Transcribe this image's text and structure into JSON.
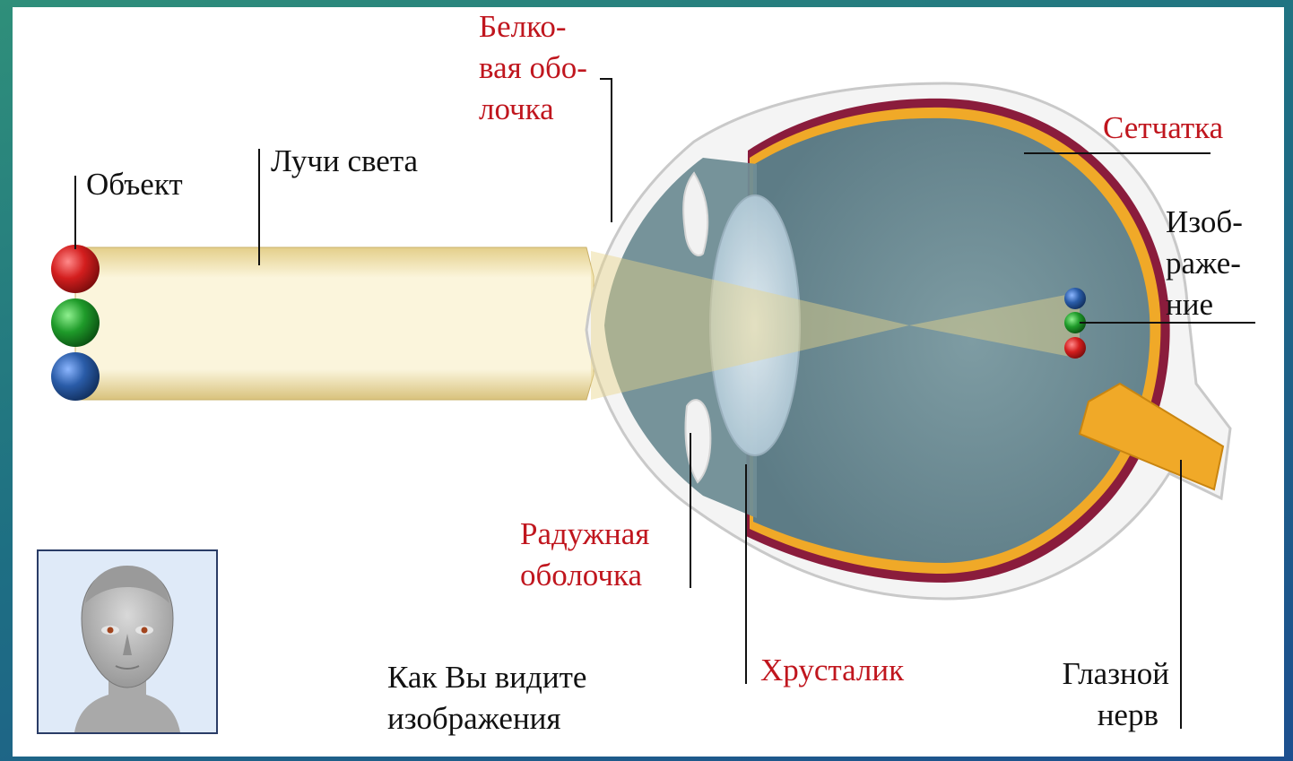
{
  "labels": {
    "object": "Объект",
    "light_rays": "Лучи света",
    "sclera": [
      "Белко-",
      "вая обо-",
      "лочка"
    ],
    "retina": "Сетчатка",
    "image": [
      "Изоб-",
      "раже-",
      "ние"
    ],
    "iris": [
      "Радужная",
      "оболочка"
    ],
    "lens": "Хрусталик",
    "optic_nerve": [
      "Глазной",
      "нерв"
    ],
    "how_you_see": [
      "Как Вы видите",
      "изображения"
    ]
  },
  "colors": {
    "label_red": "#c0161e",
    "label_dark": "#111111",
    "object_top": "#d31e1e",
    "object_middle": "#1f9b2a",
    "object_bottom": "#2a5ca8",
    "retina_layer": "#f0a928",
    "choroid_layer": "#8a1c3c",
    "eye_interior": "#6f8d95",
    "light_beam": "#f3e8bf"
  },
  "icons": {
    "object_top": "red-sphere-icon",
    "object_middle": "green-sphere-icon",
    "object_bottom": "blue-sphere-icon",
    "face": "human-head-icon"
  }
}
